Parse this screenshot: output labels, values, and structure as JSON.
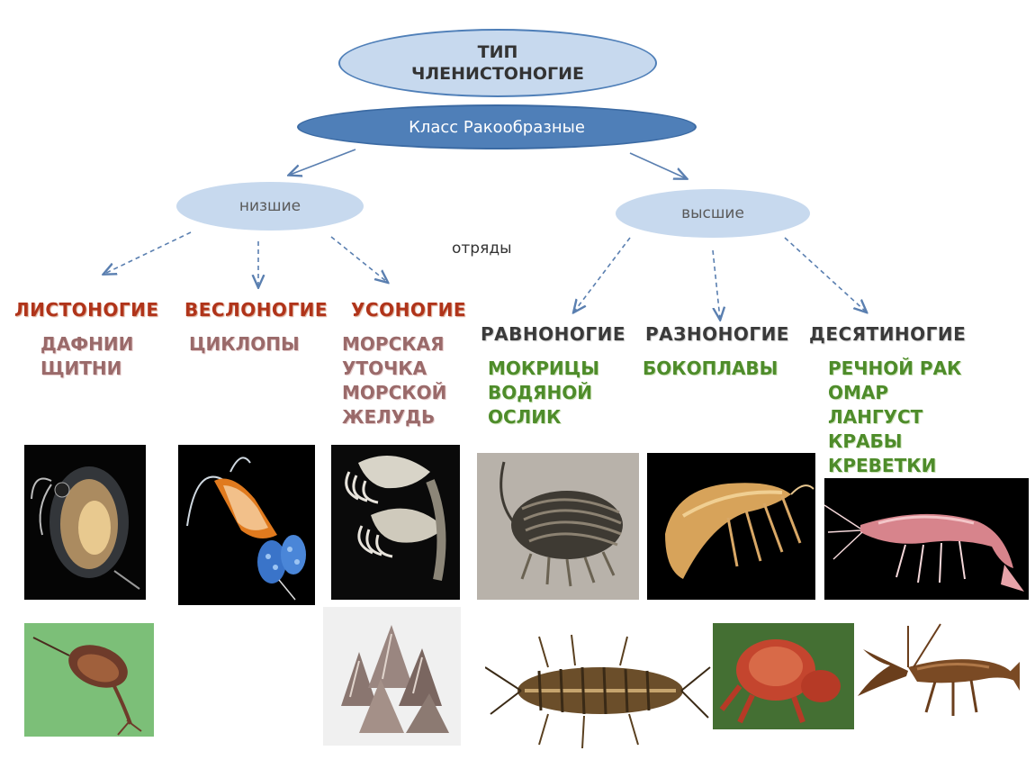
{
  "root": {
    "line1": "ТИП",
    "line2": "ЧЛЕНИСТОНОГИЕ"
  },
  "class_node": {
    "label": "Класс Ракообразные"
  },
  "lower": {
    "label": "низшие"
  },
  "higher": {
    "label": "высшие"
  },
  "orders_label": "отряды",
  "orders": [
    {
      "name": "ЛИСТОНОГИЕ",
      "examples": "ДАФНИИ\nЩИТНИ"
    },
    {
      "name": "ВЕСЛОНОГИЕ",
      "examples": "ЦИКЛОПЫ"
    },
    {
      "name": "УСОНОГИЕ",
      "examples": "МОРСКАЯ\nУТОЧКА\nМОРСКОЙ\nЖЕЛУДЬ"
    },
    {
      "name": "РАВНОНОГИЕ",
      "examples": "МОКРИЦЫ\nВОДЯНОЙ\nОСЛИК"
    },
    {
      "name": "РАЗНОНОГИЕ",
      "examples": "БОКОПЛАВЫ"
    },
    {
      "name": "ДЕСЯТИНОГИЕ",
      "examples": "РЕЧНОЙ РАК\nОМАР\nЛАНГУСТ\nКРАБЫ\nКРЕВЕТКИ"
    }
  ],
  "colors": {
    "ellipse_light": "#c7d9ee",
    "ellipse_dark": "#4f7fb8",
    "arrow": "#5a7fb0",
    "order_red": "#b0341a",
    "example_green": "#4e8c2a"
  }
}
